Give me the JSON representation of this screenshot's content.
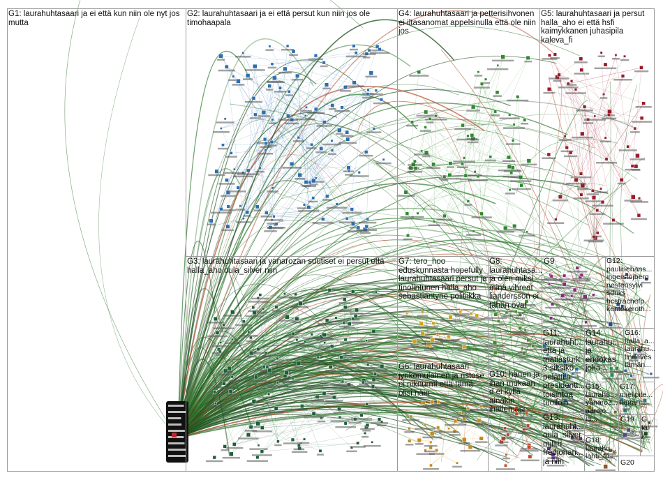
{
  "groups": [
    {
      "id": "G1",
      "label": "G1: laurahuhtasaari ja ei että kun niin ole nyt jos mutta",
      "color": "#3a7a3a"
    },
    {
      "id": "G2",
      "label": "G2: laurahuhtasaari ja ei että persut kun niin jos ole timohaapala",
      "color": "#2d6fb0"
    },
    {
      "id": "G3",
      "label": "G3: laurahuhtasaari ja yanarozan suutiset ei persut että halla_aho oula_silver niin",
      "color": "#1f5e3a"
    },
    {
      "id": "G4",
      "label": "G4: laurahuhtasaari ja petterisihvonen ei iltasanomat appelsinulla että ole niin jos",
      "color": "#2f8a2f"
    },
    {
      "id": "G5",
      "label": "G5: laurahuhtasaari ja persut halla_aho ei että hsfi kaimykkanen juhasipila kaleva_fi",
      "color": "#9a1b2a"
    },
    {
      "id": "G6",
      "label": "G6: laurahuhtasaari jyrikomulainen ja ristose ei niknurmi että tämä olisi näin",
      "color": "#c98a1a"
    },
    {
      "id": "G7",
      "label": "G7: tero_hoo eduskunnasta hopefully laurahuhtasaari persut ja tinolintunen halla_aho sebastiantyne politiikka",
      "color": "#d4a21c"
    },
    {
      "id": "G8",
      "label": "G8: laurahuhtasa... ja olen miksi minä vihreat liandersson ei tähän ovat",
      "color": "#4a8a2a"
    },
    {
      "id": "G9",
      "label": "G9",
      "color": "#8a2a7a"
    },
    {
      "id": "G10",
      "label": "G10: hänen ja ihan mukaan d ei kyllä ainakin ihailemasi trump",
      "color": "#c04a2a"
    },
    {
      "id": "G11",
      "label": "G11: laurahuht... että ja matiasturk... 3 siksikö pelättiin presidentt... toisintoa tuolloin",
      "color": "#2a6aa0"
    },
    {
      "id": "G12",
      "label": "G12: paulinehans... ingerstojberg nestensylvi sdriks hcstrachefp kentekeroth...",
      "color": "#2a4a8a"
    },
    {
      "id": "G13",
      "label": "G13: laurahuht... oula_silver mjlith fredjohan... ja niin",
      "color": "#5a2a8a"
    },
    {
      "id": "G14",
      "label": "G14: laurahu... ja ehdokas joka...",
      "color": "#2a8a5a"
    },
    {
      "id": "G15",
      "label": "G15: laurahu... yanaroz... aarojo... ja...",
      "color": "#6a6a2a"
    },
    {
      "id": "G16",
      "label": "G16: halla_a... laurahu... lindeves tämän...",
      "color": "#3a5a9a"
    },
    {
      "id": "G17",
      "label": "G17: mielipite... lauran...",
      "color": "#2a7a7a"
    },
    {
      "id": "G18",
      "label": "G18: laurahu... lahti_to...",
      "color": "#8a5a2a"
    },
    {
      "id": "G19",
      "label": "G19",
      "color": "#4a4a8a"
    },
    {
      "id": "G20",
      "label": "G20",
      "color": "#7a2a4a"
    },
    {
      "id": "G21",
      "label": "G... tai ja",
      "color": "#2a5a2a"
    }
  ],
  "colors": {
    "edge_green": "#2d7a2d",
    "edge_dark": "#1f4f1f",
    "edge_red": "#b03a1a",
    "hub": "#111111"
  }
}
